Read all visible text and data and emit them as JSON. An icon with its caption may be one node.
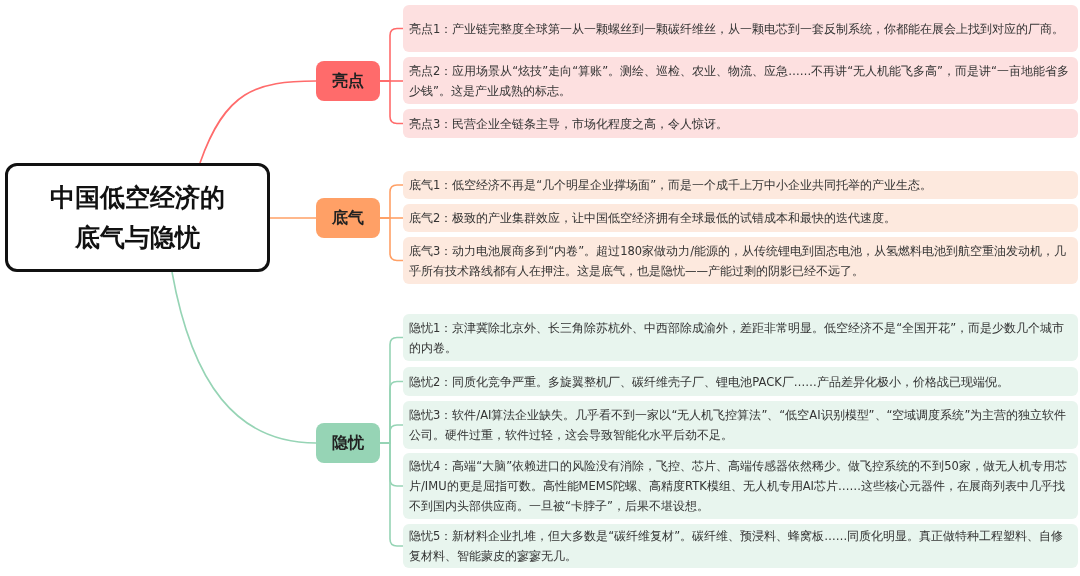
{
  "diagram": {
    "nodes": [
      {
        "text": [
          "中国低空经济的底气与隐忧"
        ]
      },
      {
        "text": [
          "亮点"
        ]
      },
      {
        "text": [
          "底气"
        ]
      },
      {
        "text": [
          "隐忧"
        ]
      },
      {
        "text": [
          "亮点1：产业链完整度全球第一从一颗螺丝到一颗碳纤维丝，从一颗电芯到一套反制系统，你都能在展会上找到对应的厂商。"
        ]
      },
      {
        "text": [
          "亮点2：应用场景从“炫技”走向“算账”。测绘、巡检、农业、物流、应急……不再讲“无人机能飞多高”，而是讲“一亩地能省多少钱”。这是产业成熟的标志。"
        ]
      },
      {
        "text": [
          "亮点3：民营企业全链条主导，市场化程度之高，令人惊讶。"
        ]
      },
      {
        "text": [
          "底气1：低空经济不再是“几个明星企业撑场面”，而是一个成千上万中小企业共同托举的产业生态。"
        ]
      },
      {
        "text": [
          "底气2：极致的产业集群效应，让中国低空经济拥有全球最低的试错成本和最快的迭代速度。"
        ]
      },
      {
        "text": [
          "底气3：动力电池展商多到“内卷”。超过180家做动力/能源的，从传统锂电到固态电池，从氢燃料电池到航空重油发动机，几乎所有技术路线都有人在押注。这是底气，也是隐忧——产能过剩的阴影已经不远了。"
        ]
      },
      {
        "text": [
          "隐忧1：京津冀除北京外、长三角除苏杭外、中西部除成渝外，差距非常明显。低空经济不是“全国开花”，而是少数几个城市的内卷。"
        ]
      },
      {
        "text": [
          "隐忧2：同质化竞争严重。多旋翼整机厂、碳纤维壳子厂、锂电池PACK厂……产品差异化极小，价格战已现端倪。"
        ]
      },
      {
        "text": [
          "隐忧3：软件/AI算法企业缺失。几乎看不到一家以“无人机飞控算法”、“低空AI识别模型”、“空域调度系统”为主营的独立软件公司。硬件过重，软件过轻，这会导致智能化水平后劲不足。"
        ]
      },
      {
        "text": [
          "隐忧4：高端“大脑”依赖进口的风险没有消除，飞控、芯片、高端传感器依然稀少。做飞控系统的不到50家，做无人机专用芯片/IMU的更是屈指可数。高性能MEMS陀螺、高精度RTK模组、无人机专用AI芯片……这些核心元器件，在展商列表中几乎找不到国内头部供应商。一旦被“卡脖子”，后果不堪设想。"
        ]
      },
      {
        "text": [
          "隐忧5：新材料企业扎堆，但大多数是“碳纤维复材”。碳纤维、预浸料、蜂窝板……同质化明显。真正做特种工程塑料、自修复材料、智能蒙皮的寥寥无几。"
        ]
      }
    ],
    "edges": [
      {
        "from": 0,
        "to": 1,
        "arrow": "none",
        "color": "#ff6b6b"
      },
      {
        "from": 0,
        "to": 2,
        "arrow": "none",
        "color": "#ffa066"
      },
      {
        "from": 0,
        "to": 3,
        "arrow": "none",
        "color": "#96d4b5"
      },
      {
        "from": 1,
        "to": 4,
        "arrow": "none",
        "color": "#ff6b6b"
      },
      {
        "from": 1,
        "to": 5,
        "arrow": "none",
        "color": "#ff6b6b"
      },
      {
        "from": 1,
        "to": 6,
        "arrow": "none",
        "color": "#ff6b6b"
      },
      {
        "from": 2,
        "to": 7,
        "arrow": "none",
        "color": "#ffa066"
      },
      {
        "from": 2,
        "to": 8,
        "arrow": "none",
        "color": "#ffa066"
      },
      {
        "from": 2,
        "to": 9,
        "arrow": "none",
        "color": "#ffa066"
      },
      {
        "from": 3,
        "to": 10,
        "arrow": "none",
        "color": "#96d4b5"
      },
      {
        "from": 3,
        "to": 11,
        "arrow": "none",
        "color": "#96d4b5"
      },
      {
        "from": 3,
        "to": 12,
        "arrow": "none",
        "color": "#96d4b5"
      },
      {
        "from": 3,
        "to": 13,
        "arrow": "none",
        "color": "#96d4b5"
      },
      {
        "from": 3,
        "to": 14,
        "arrow": "none",
        "color": "#96d4b5"
      }
    ]
  }
}
